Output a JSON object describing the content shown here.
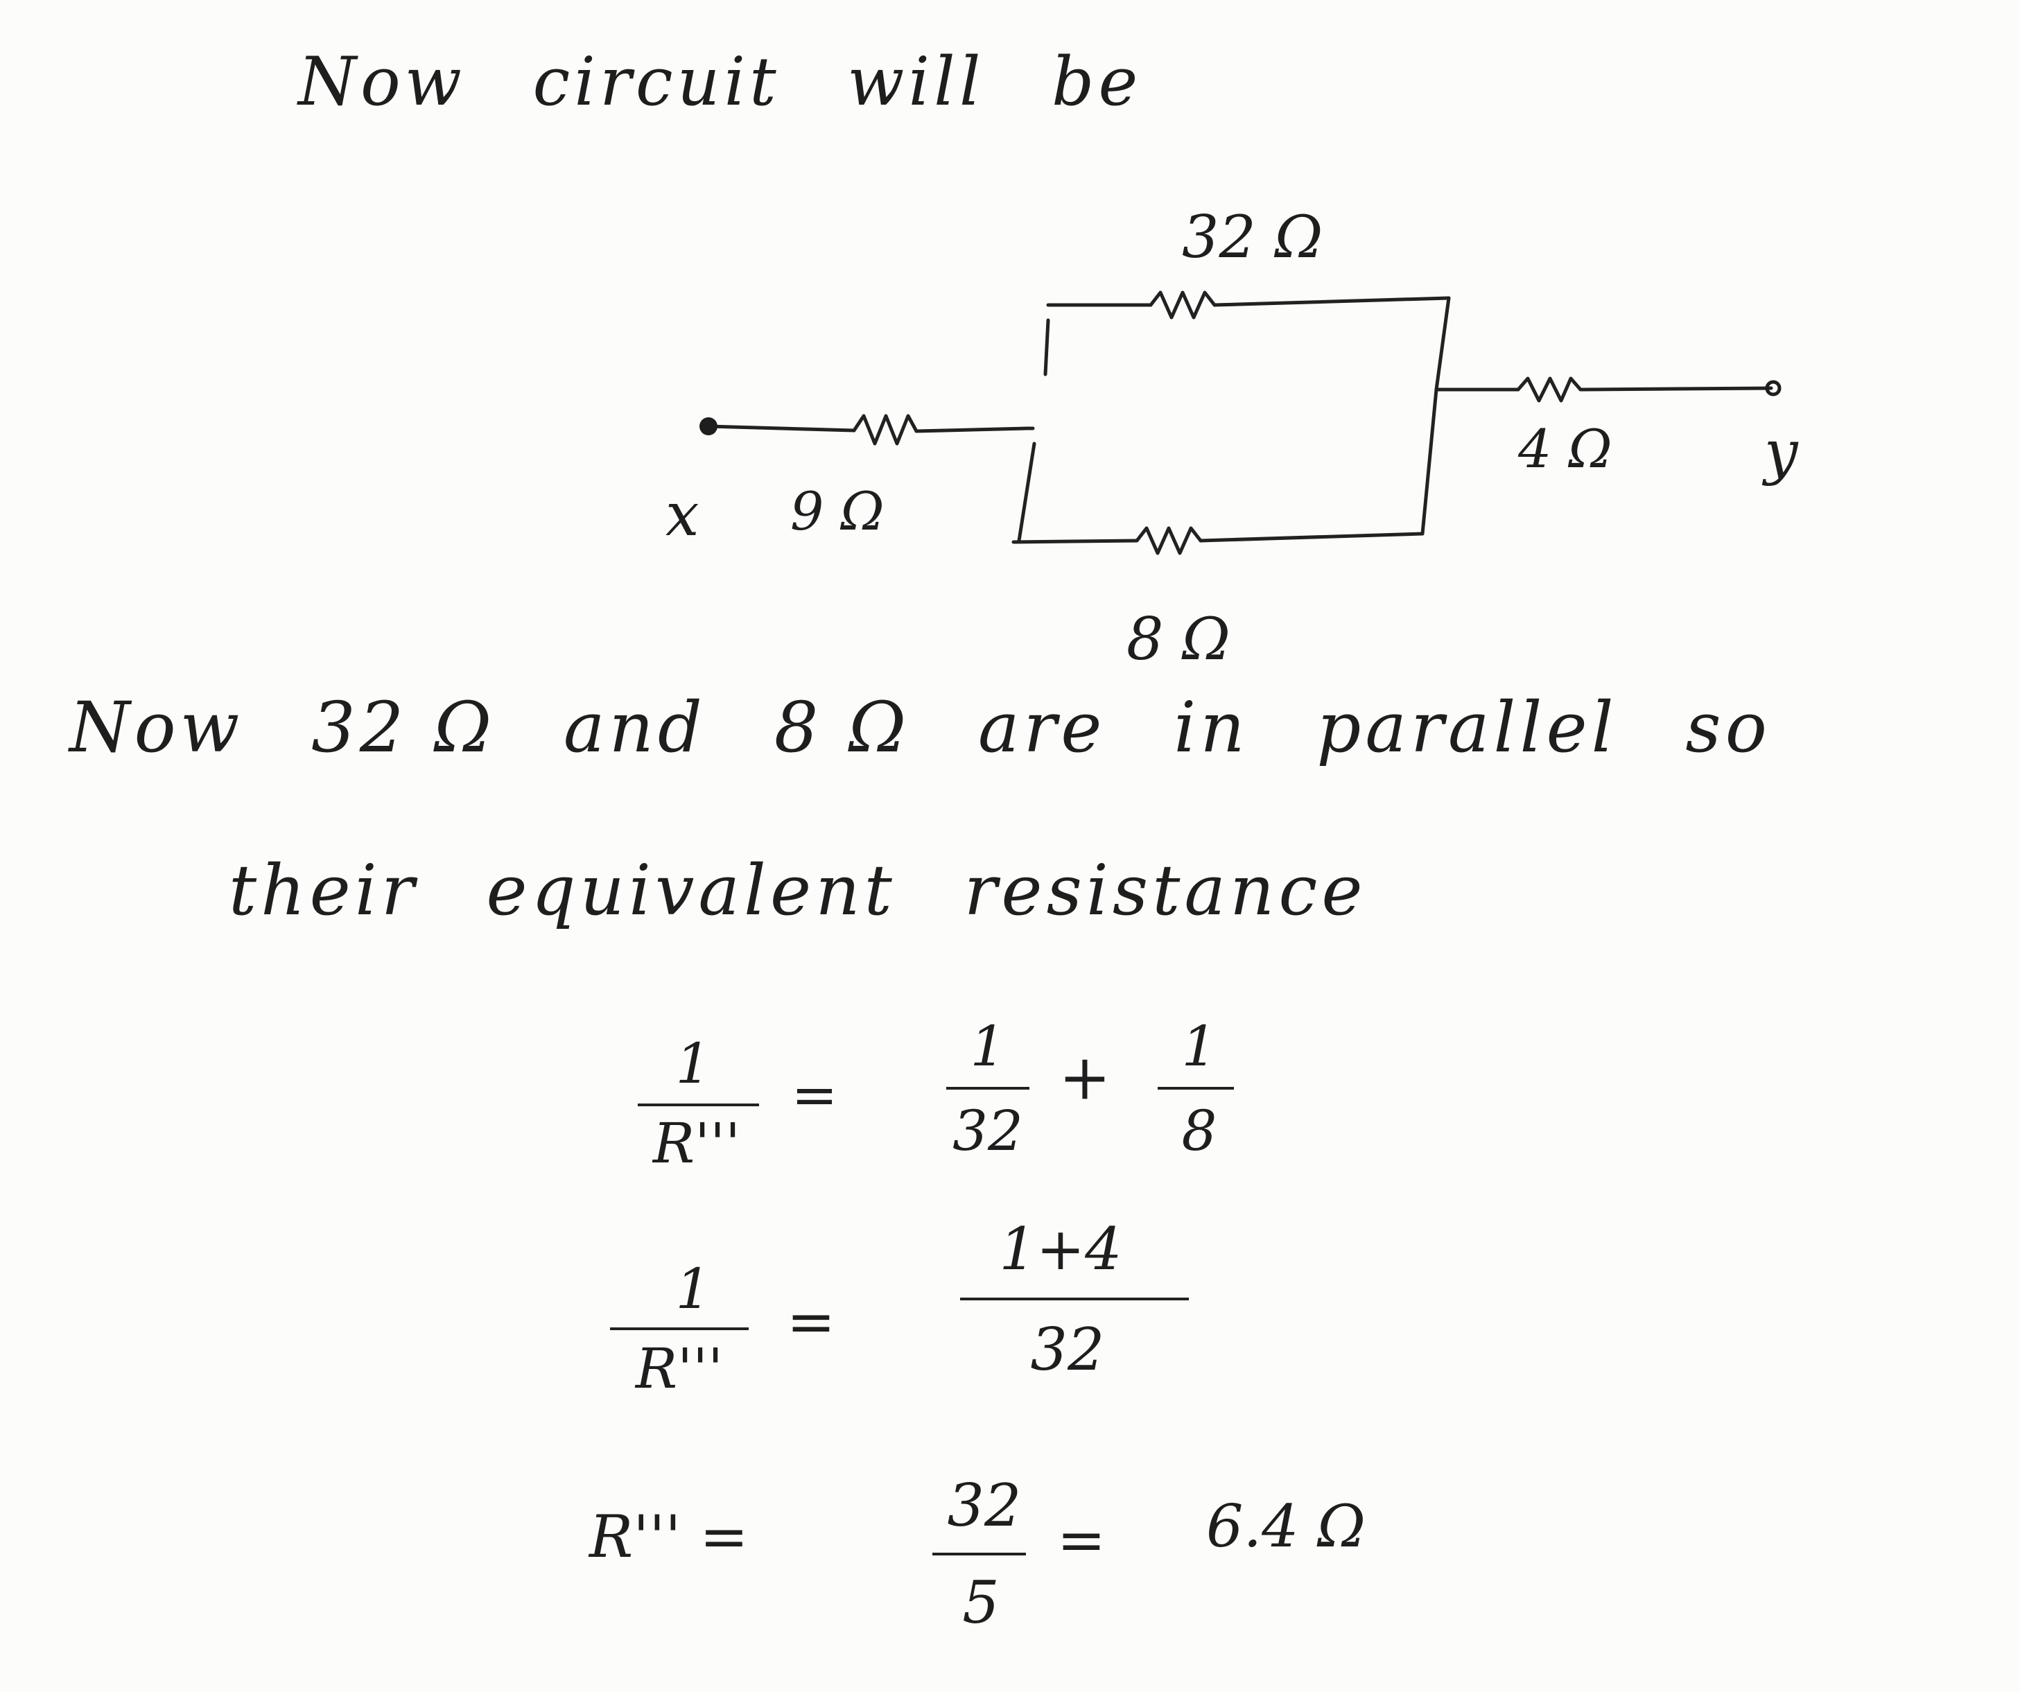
{
  "heading": {
    "words": [
      "Now",
      "circuit",
      "will",
      "be"
    ]
  },
  "circuit": {
    "labels": {
      "r_top": "32 Ω",
      "r_bottom": "8 Ω",
      "r_left": "9 Ω",
      "r_right": "4 Ω",
      "node_x": "x",
      "node_y": "y"
    }
  },
  "explanation": {
    "line1_words": [
      "Now",
      "32 Ω",
      "and",
      "8 Ω",
      "are",
      "in",
      "parallel",
      "so"
    ],
    "line2_words": [
      "their",
      "equivalent",
      "resistance"
    ]
  },
  "equations": {
    "eq1": {
      "lhs_num": "1",
      "lhs_den": "R'''",
      "equals": "=",
      "t1_num": "1",
      "t1_den": "32",
      "plus": "+",
      "t2_num": "1",
      "t2_den": "8"
    },
    "eq2": {
      "lhs_num": "1",
      "lhs_den": "R'''",
      "equals": "=",
      "rhs_num": "1+4",
      "rhs_den": "32"
    },
    "eq3": {
      "lhs": "R''' =",
      "rhs_num": "32",
      "rhs_den": "5",
      "equals": "=",
      "result": "6.4 Ω"
    }
  }
}
